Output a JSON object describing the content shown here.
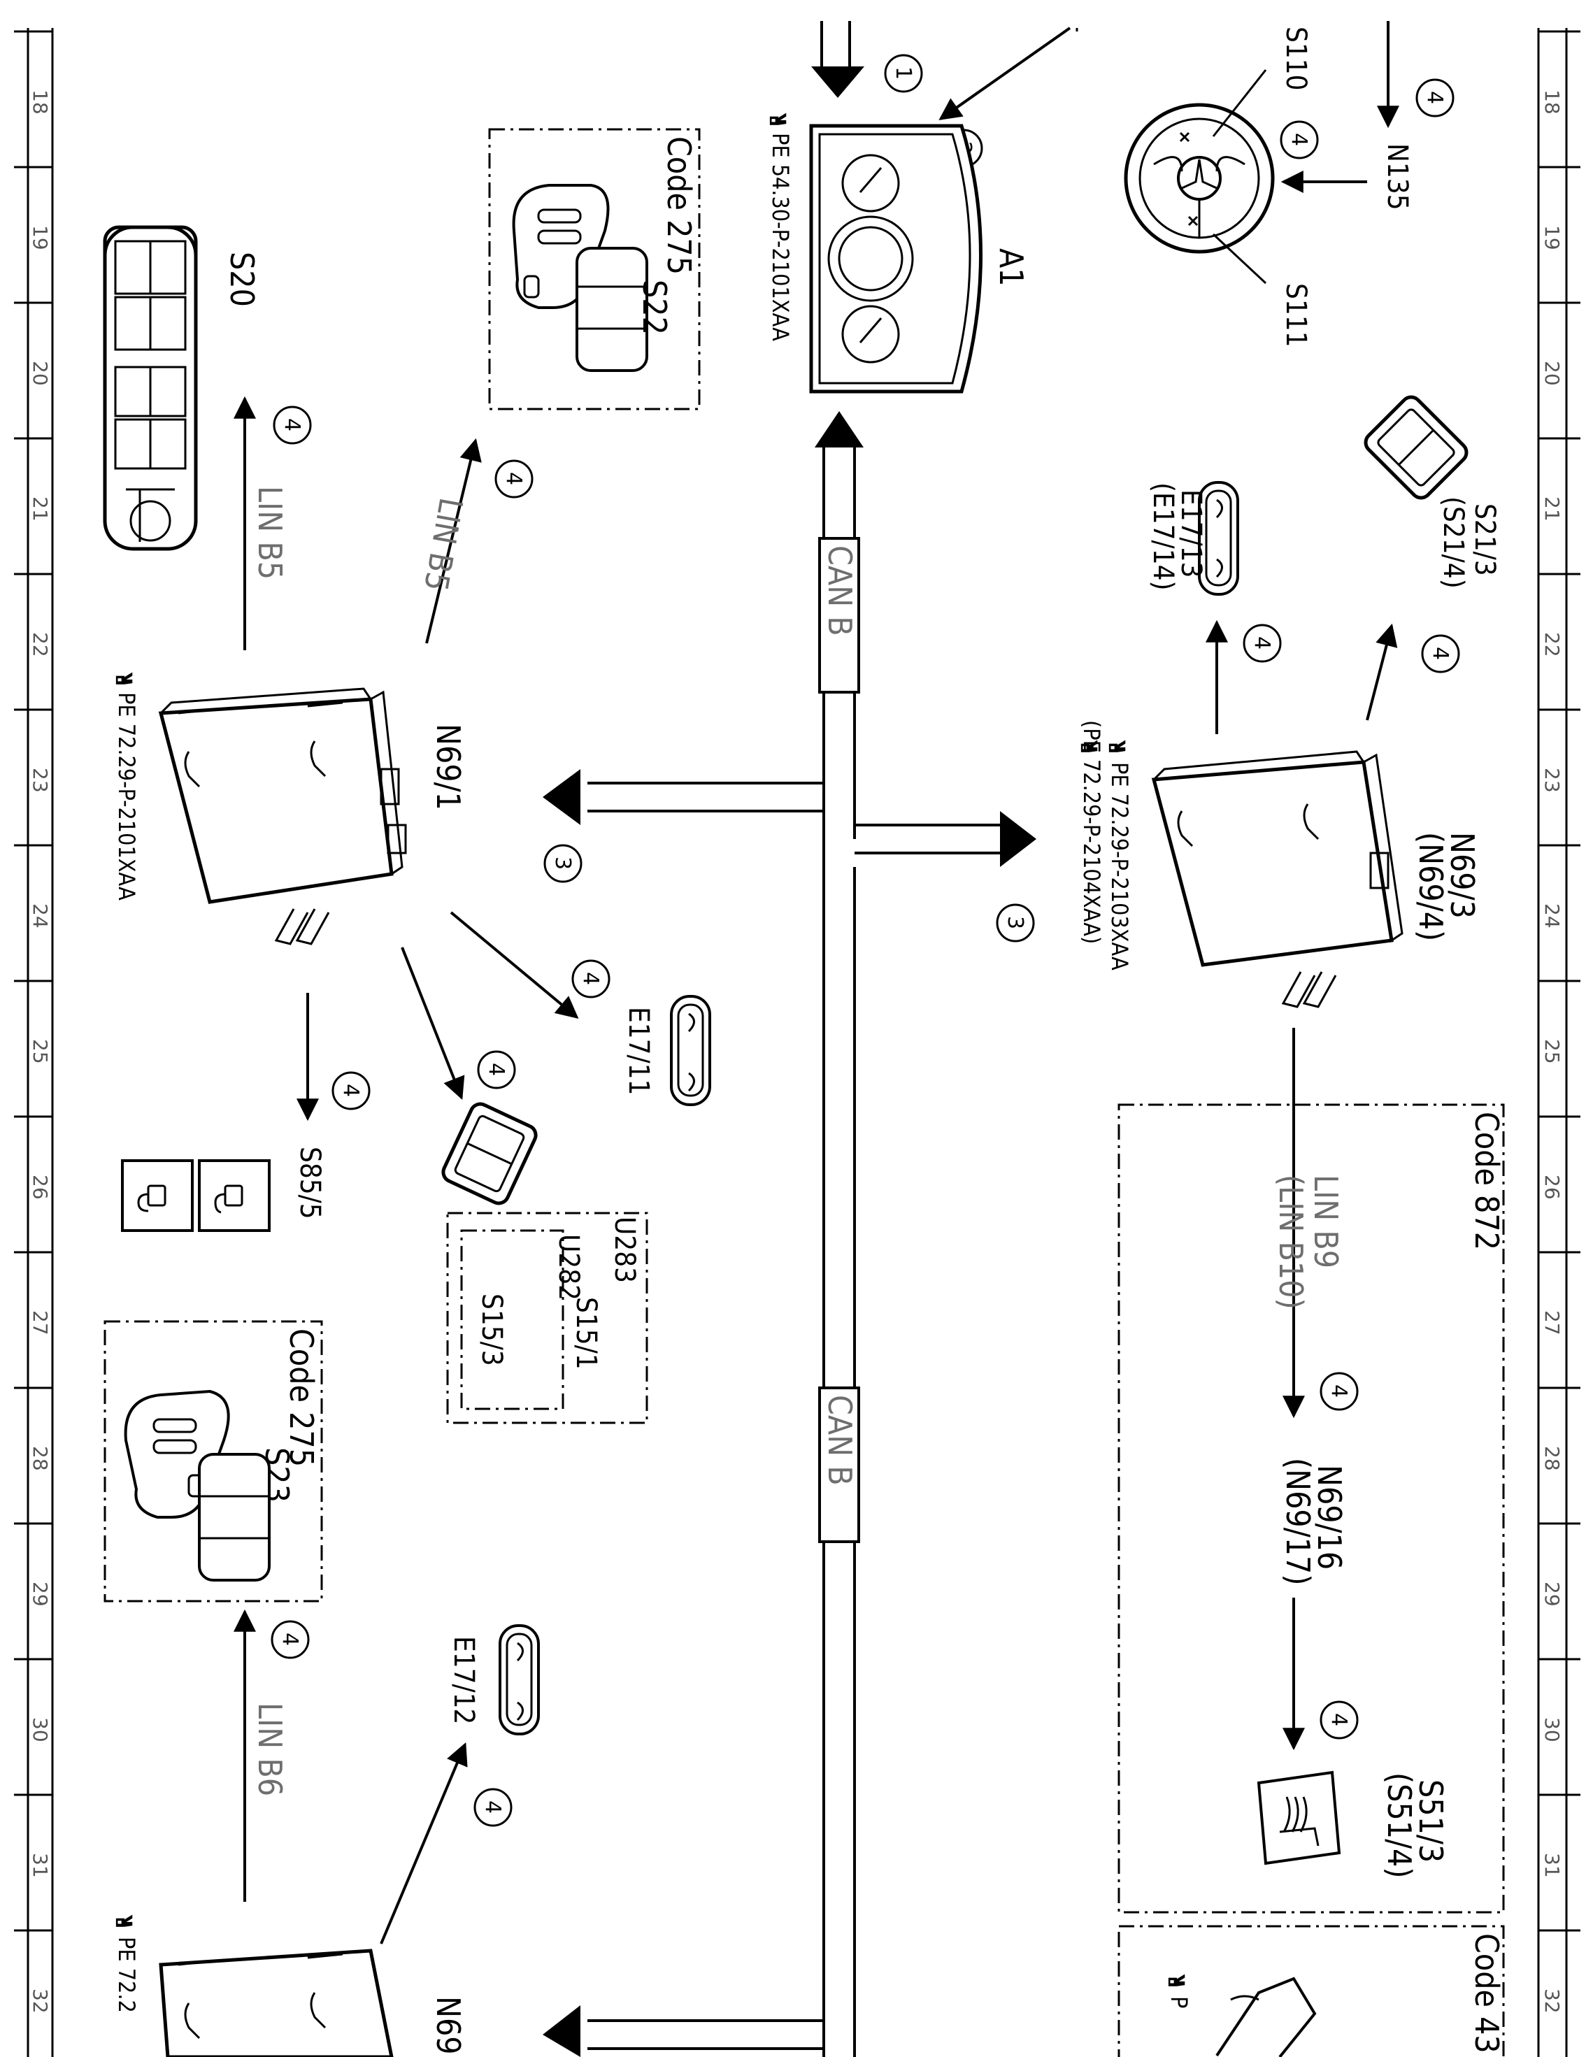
{
  "ruler": {
    "numbers": [
      "18",
      "19",
      "20",
      "21",
      "22",
      "23",
      "24",
      "25",
      "26",
      "27",
      "28",
      "29",
      "30",
      "31",
      "32"
    ]
  },
  "labels": {
    "a1": "A1",
    "a1_ref": "PE 54.30-P-2101XAA",
    "s20": "S20",
    "s22": "S22",
    "s23": "S23",
    "code275_top": "Code 275",
    "code275_bottom": "Code 275",
    "code872": "Code 872",
    "code4x": "Code 43",
    "n69_1": "N69/1",
    "n69_1_ref": "PE 72.29-P-2101XAA",
    "n69_3": "N69/3",
    "n69_4": "(N69/4)",
    "n69_3_ref1": "PE 72.29-P-2103XAA",
    "n69_3_ref2": "(PE 72.29-P-2104XAA)",
    "n69_2": "N69",
    "n69_2_ref": "PE 72.2",
    "n69_16": "N69/16",
    "n69_17": "(N69/17)",
    "n135": "N135",
    "s110": "S110",
    "s111": "S111",
    "s21_3": "S21/3",
    "s21_4": "(S21/4)",
    "e17_13": "E17/13",
    "e17_14": "(E17/14)",
    "e17_11": "E17/11",
    "e17_12": "E17/12",
    "s85_5": "S85/5",
    "u283": "U283",
    "u282": "U282",
    "s15_1": "S15/1",
    "s15_3": "S15/3",
    "s51_3": "S51/3",
    "s51_4": "(S51/4)",
    "bottom_ref": "P"
  },
  "buses": {
    "can_b": "CAN B",
    "lin_b5": "LIN B5",
    "lin_b6": "LIN B6",
    "lin_b9": "LIN B9",
    "lin_b10": "(LIN B10)"
  },
  "markers": {
    "one": "1",
    "two": "2",
    "three": "3",
    "four": "4"
  },
  "icons": [
    "pointing-hand-icon",
    "lock-icon",
    "unlock-icon",
    "seat-heater-icon",
    "steering-wheel-icon",
    "instrument-cluster-icon",
    "control-unit-icon",
    "reading-lamp-icon",
    "rocker-switch-icon",
    "window-switch-panel-icon",
    "seat-adjust-switch-icon"
  ]
}
